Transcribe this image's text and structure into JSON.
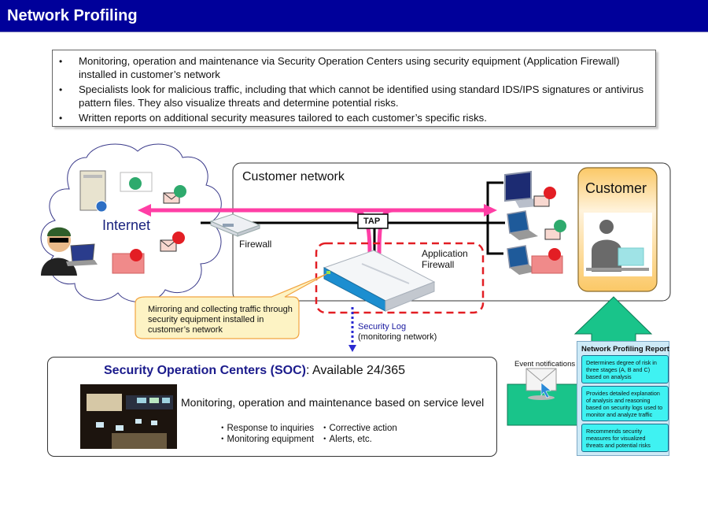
{
  "header": {
    "title": "Network Profiling"
  },
  "bullets": [
    "Monitoring, operation and maintenance via Security Operation Centers using security equipment (Application Firewall) installed in customer’s network",
    "Specialists look for malicious traffic, including that which cannot be identified using standard IDS/IPS signatures or antivirus pattern files. They also visualize threats and determine potential risks.",
    "Written reports on additional security measures tailored to each customer’s specific risks."
  ],
  "bullet_glyph": "•",
  "diagram": {
    "internet_label": "Internet",
    "customer_network_label": "Customer network",
    "firewall_label": "Firewall",
    "tap_label": "TAP",
    "app_firewall_label_line1": "Application",
    "app_firewall_label_line2": "Firewall",
    "callout": "Mirroring and collecting traffic through security equipment installed in customer’s network",
    "security_log_label": "Security Log",
    "security_log_sub": "(monitoring network)",
    "customer_label": "Customer",
    "event_notifications_label": "Event notifications",
    "colors": {
      "traffic_arrow": "#ff3ea5",
      "dashed_box": "#e21e24",
      "security_log_arrow": "#2a2ad0",
      "upload_arrow": "#19c48a",
      "customer_panel": "#fbc866",
      "report_card": "#3ff2f2"
    }
  },
  "soc": {
    "title_strong": "Security Operation Centers (SOC)",
    "title_rest": ": Available 24/365",
    "subtitle": "Monitoring, operation and maintenance based on service level",
    "services": [
      "・Response to inquiries",
      "・Corrective action",
      "・Monitoring equipment",
      "・Alerts, etc."
    ]
  },
  "report": {
    "title": "Network Profiling Report",
    "items": [
      "Determines degree of risk in three stages (A, B and C) based on analysis",
      "Provides detailed explanation of analysis and reasoning based on security logs used to monitor and analyze traffic",
      "Recommends security measures for visualized threats and potential risks"
    ]
  }
}
